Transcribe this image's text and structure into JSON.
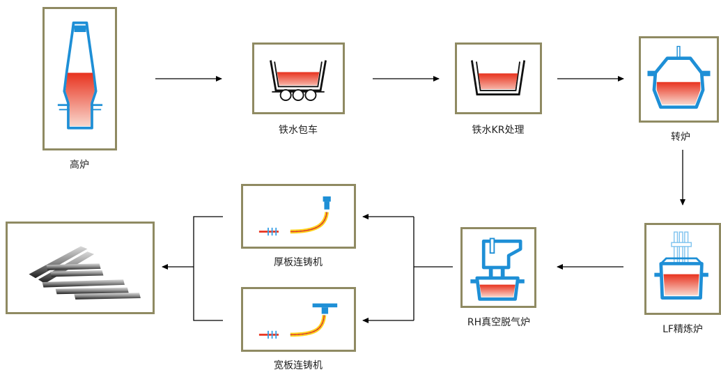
{
  "nodes": {
    "blast_furnace": "高炉",
    "ladle_car": "铁水包车",
    "kr_treatment": "铁水KR处理",
    "converter": "转炉",
    "lf_refining": "LF精炼炉",
    "rh_degasser": "RH真空脱气炉",
    "plate_caster": "厚板连铸机",
    "wide_slab_caster": "宽板连铸机"
  },
  "colors": {
    "frame": "#8f8a62",
    "equipment_blue": "#1e8fd6",
    "molten_red": "#e8321e",
    "arrow": "#000000"
  }
}
